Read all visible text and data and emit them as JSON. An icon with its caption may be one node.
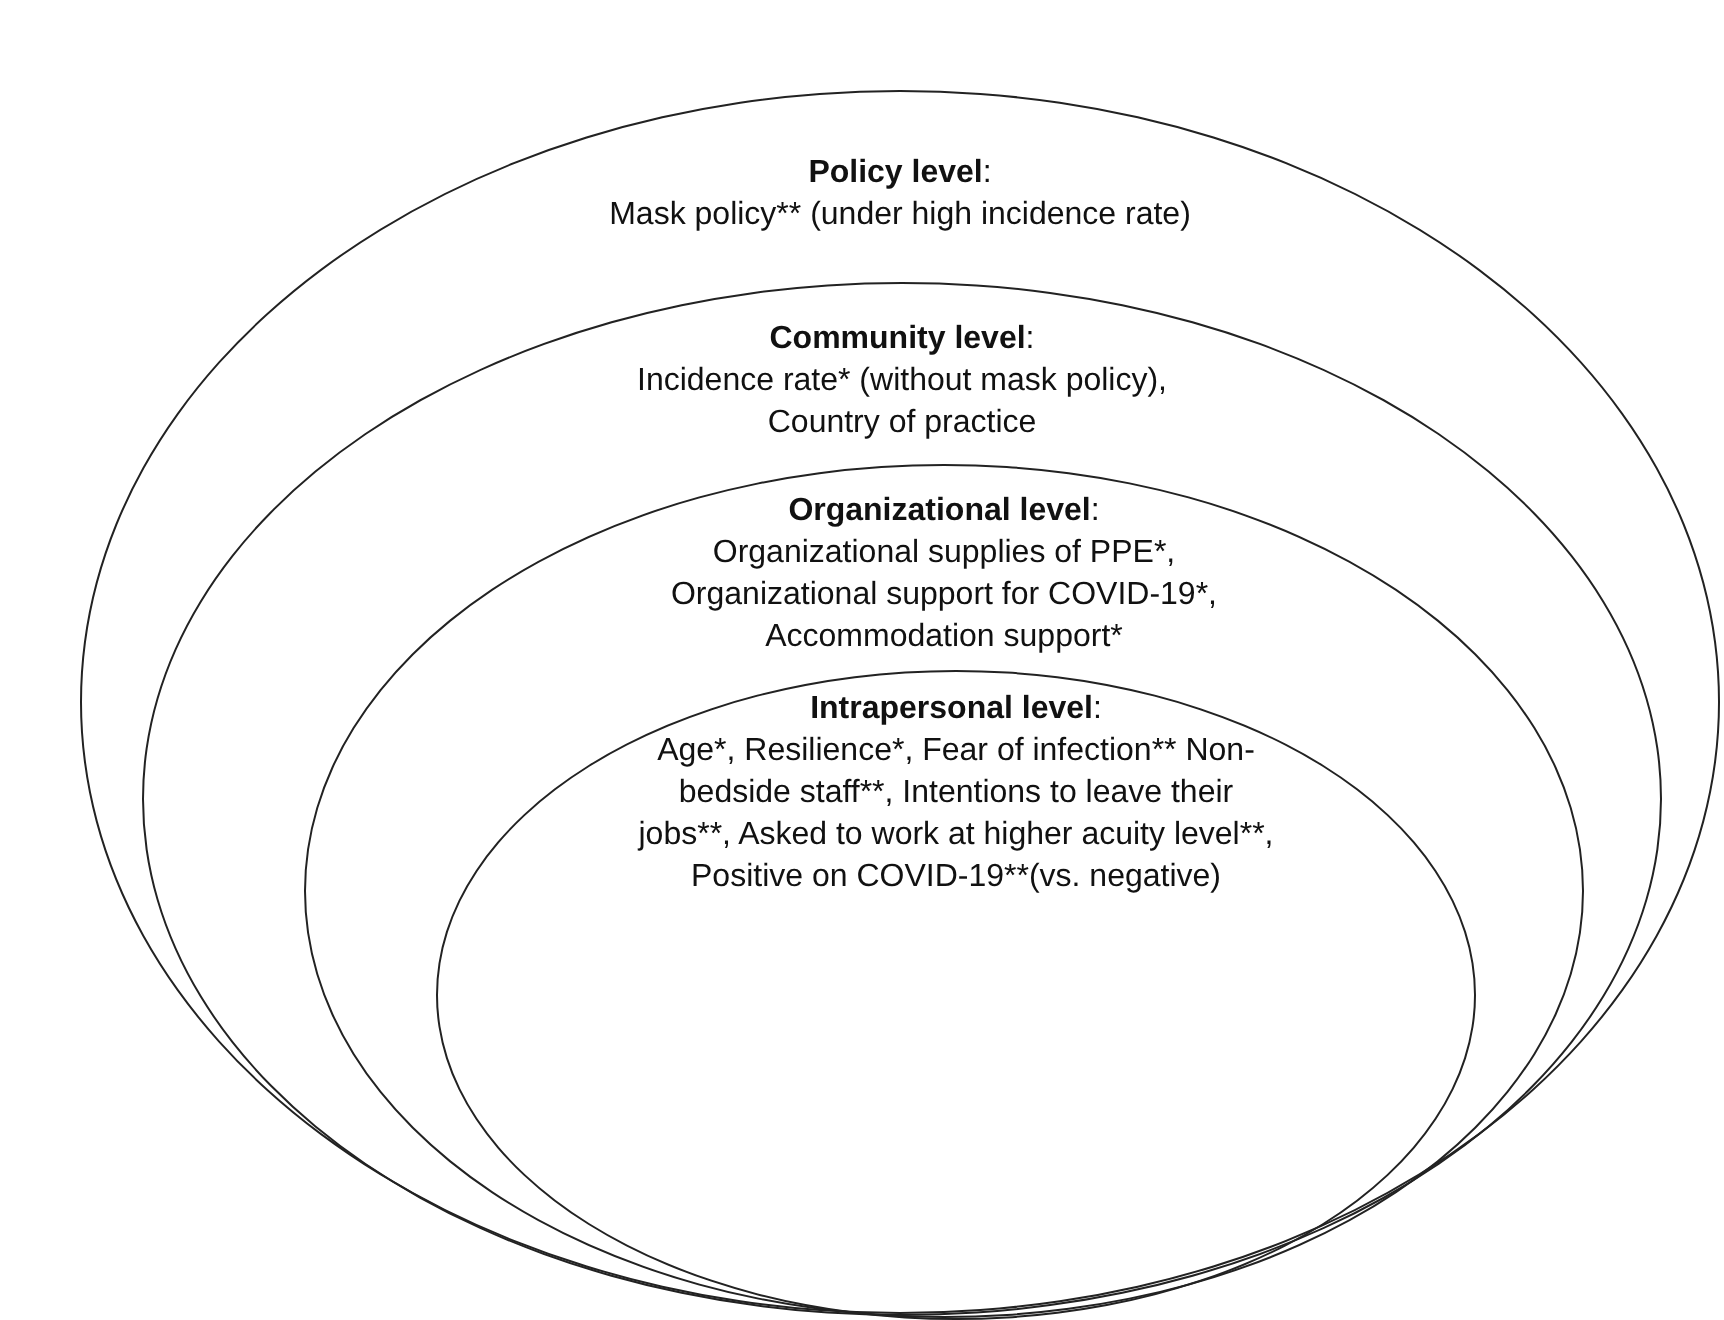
{
  "diagram": {
    "nodes": [
      {
        "text": [
          "**Policy level**:",
          "Mask policy** (under high incidence rate)"
        ]
      },
      {
        "text": [
          "**Community level**:",
          "Incidence rate* (without mask policy), Country of practice"
        ],
        "in": 0
      },
      {
        "text": [
          "**Organizational level**:",
          "Organizational supplies of PPE*, Organizational support for COVID-19*, Accommodation support*"
        ],
        "in": 1
      },
      {
        "text": [
          "**Intrapersonal level**:",
          "Age*, Resilience*, Fear of infection** Non-bedside staff**, Intentions to leave their jobs**, Asked to work at higher acuity level**, Positive on COVID-19**(vs. negative)"
        ],
        "in": 2
      }
    ]
  }
}
